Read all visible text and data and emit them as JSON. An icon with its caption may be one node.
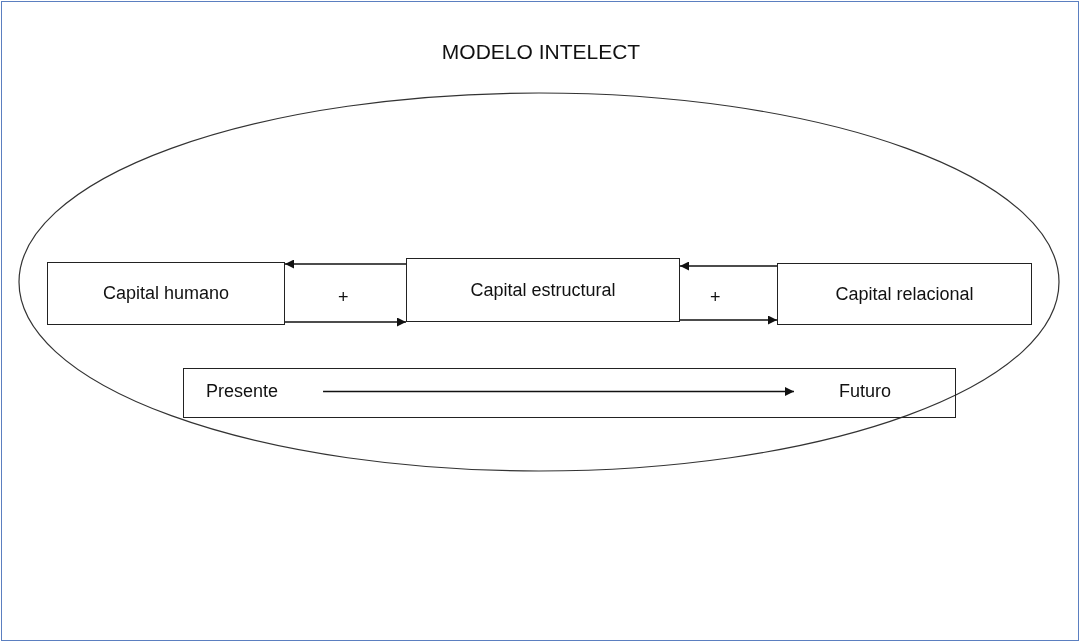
{
  "diagram": {
    "title": "MODELO INTELECT",
    "nodes": [
      {
        "text": [],
        "shape": "ellipse"
      },
      {
        "text": [
          "Capital humano"
        ],
        "in": 0
      },
      {
        "text": [
          "Capital estructural"
        ],
        "in": 0
      },
      {
        "text": [
          "Capital relacional"
        ],
        "in": 0
      },
      {
        "text": [],
        "shape": "box",
        "in": 0
      },
      {
        "text": [
          "Presente"
        ],
        "in": 4
      },
      {
        "text": [
          "Futuro"
        ],
        "in": 4
      }
    ],
    "edges": [
      {
        "from": 2,
        "to": 1,
        "arrow": "to"
      },
      {
        "from": 1,
        "to": 2,
        "arrow": "to"
      },
      {
        "from": 3,
        "to": 2,
        "arrow": "to"
      },
      {
        "from": 2,
        "to": 3,
        "arrow": "to"
      },
      {
        "from": 5,
        "to": 6,
        "arrow": "to"
      }
    ],
    "labels": [
      "+",
      "+"
    ]
  }
}
